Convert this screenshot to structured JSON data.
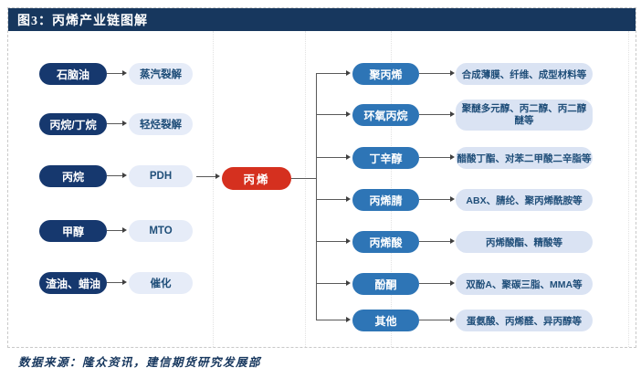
{
  "header": {
    "title": "图3：丙烯产业链图解"
  },
  "center": {
    "label": "丙烯"
  },
  "feedstocks": [
    {
      "source": "石脑油",
      "process": "蒸汽裂解"
    },
    {
      "source": "丙烷/丁烷",
      "process": "轻烃裂解"
    },
    {
      "source": "丙烷",
      "process": "PDH"
    },
    {
      "source": "甲醇",
      "process": "MTO"
    },
    {
      "source": "渣油、蜡油",
      "process": "催化"
    }
  ],
  "downstream": [
    {
      "product": "聚丙烯",
      "uses": "合成薄膜、纤维、成型材料等"
    },
    {
      "product": "环氧丙烷",
      "uses": "聚醚多元醇、丙二醇、丙二醇醚等"
    },
    {
      "product": "丁辛醇",
      "uses": "醋酸丁酯、对苯二甲酸二辛脂等"
    },
    {
      "product": "丙烯腈",
      "uses": "ABX、腈纶、聚丙烯酰胺等"
    },
    {
      "product": "丙烯酸",
      "uses": "丙烯酸酯、精酸等"
    },
    {
      "product": "酚酮",
      "uses": "双酚A、聚碳三脂、MMA等"
    },
    {
      "product": "其他",
      "uses": "蛋氨酸、丙烯醛、异丙醇等"
    }
  ],
  "footer": {
    "source_note": "数据来源：隆众资讯，建信期货研究发展部"
  },
  "colors": {
    "header_bg": "#17375e",
    "feedstock_box": "#16386e",
    "product_box": "#2e75b6",
    "center_box": "#d5301f",
    "light_box": "#dae3f3",
    "dark_blue_text": "#1f4e79",
    "connector": "#595959"
  }
}
